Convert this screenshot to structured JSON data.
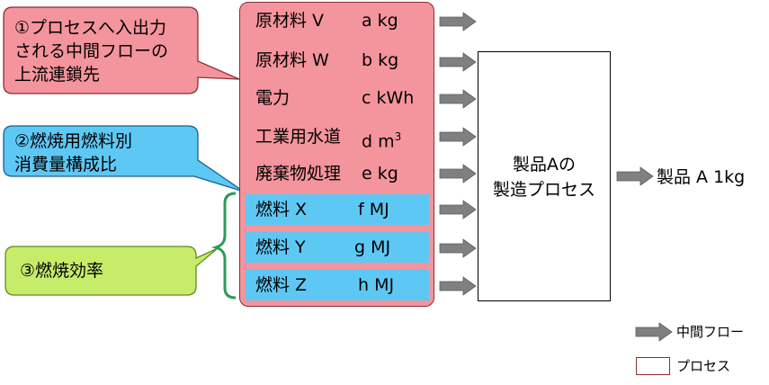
{
  "callouts": [
    {
      "lines": [
        "①プロセスへ入出力",
        "される中間フローの",
        "上流連鎖先"
      ],
      "fill": "#f4949c"
    },
    {
      "lines": [
        "②燃焼用燃料別",
        "消費量構成比"
      ],
      "fill": "#5ec8f5"
    },
    {
      "lines": [
        "③燃焼効率"
      ],
      "fill": "#c6ec6a"
    }
  ],
  "inputs": [
    {
      "label": "原材料 V",
      "amount": "a kg"
    },
    {
      "label": "原材料 W",
      "amount": "b kg"
    },
    {
      "label": "電力",
      "amount": "c kWh"
    },
    {
      "label": "工業用水道",
      "amount": "d m",
      "sup": "3"
    },
    {
      "label": "廃棄物処理",
      "amount": "e kg"
    }
  ],
  "fuels": [
    {
      "label": "燃料 X",
      "amount": "f MJ"
    },
    {
      "label": "燃料 Y",
      "amount": "g MJ"
    },
    {
      "label": "燃料 Z",
      "amount": "h MJ"
    }
  ],
  "process": {
    "line1": "製品Aの",
    "line2": "製造プロセス"
  },
  "output": {
    "label": "製品 A  1kg"
  },
  "legend": {
    "flow_label": "中間フロー",
    "process_label": "プロセス"
  },
  "colors": {
    "input_box": "#f4949c",
    "fuel": "#5ec8f5",
    "bracket": "#2e9a5a",
    "arrow": "#808080"
  }
}
